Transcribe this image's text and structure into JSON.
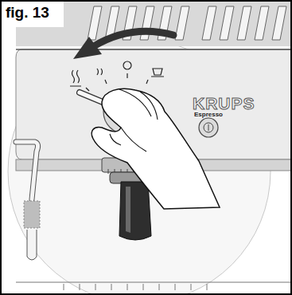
{
  "diagram": {
    "title": "fig. 13",
    "labels": [
      "KRUPS",
      "Espresso"
    ]
  }
}
